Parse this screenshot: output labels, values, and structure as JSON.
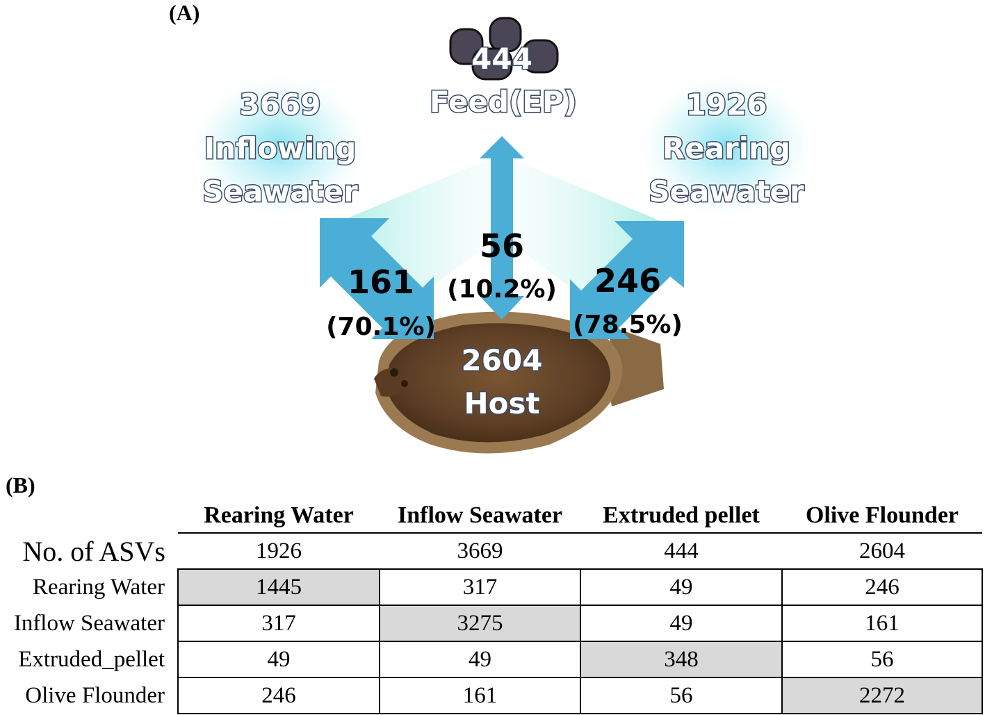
{
  "panel_a": {
    "label": "(A)",
    "feed": {
      "count": "444",
      "name": "Feed(EP)"
    },
    "inflowing": {
      "count": "3669",
      "line1": "Inflowing",
      "line2": "Seawater"
    },
    "rearing": {
      "count": "1926",
      "line1": "Rearing",
      "line2": "Seawater"
    },
    "host": {
      "count": "2604",
      "name": "Host"
    },
    "links": {
      "inflowing_host": {
        "value": "161",
        "pct": "(70.1%)"
      },
      "feed_host": {
        "value": "56",
        "pct": "(10.2%)"
      },
      "rearing_host": {
        "value": "246",
        "pct": "(78.5%)"
      }
    },
    "colors": {
      "arrow": "#4aaed6",
      "glow": "#9fe6f0",
      "text_fill": "#ffffff",
      "text_stroke": "#3a4a66",
      "fish": "#6b4a2a"
    }
  },
  "panel_b": {
    "label": "(B)",
    "columns": [
      "Rearing Water",
      "Inflow Seawater",
      "Extruded pellet",
      "Olive Flounder"
    ],
    "summary_row": {
      "label": "No. of ASVs",
      "values": [
        "1926",
        "3669",
        "444",
        "2604"
      ]
    },
    "rows": [
      {
        "label": "Rearing Water",
        "values": [
          "1445",
          "317",
          "49",
          "246"
        ]
      },
      {
        "label": "Inflow Seawater",
        "values": [
          "317",
          "3275",
          "49",
          "161"
        ]
      },
      {
        "label": "Extruded_pellet",
        "values": [
          "49",
          "49",
          "348",
          "56"
        ]
      },
      {
        "label": "Olive Flounder",
        "values": [
          "246",
          "161",
          "56",
          "2272"
        ]
      }
    ],
    "diagonal_color": "#d9d9d9"
  }
}
